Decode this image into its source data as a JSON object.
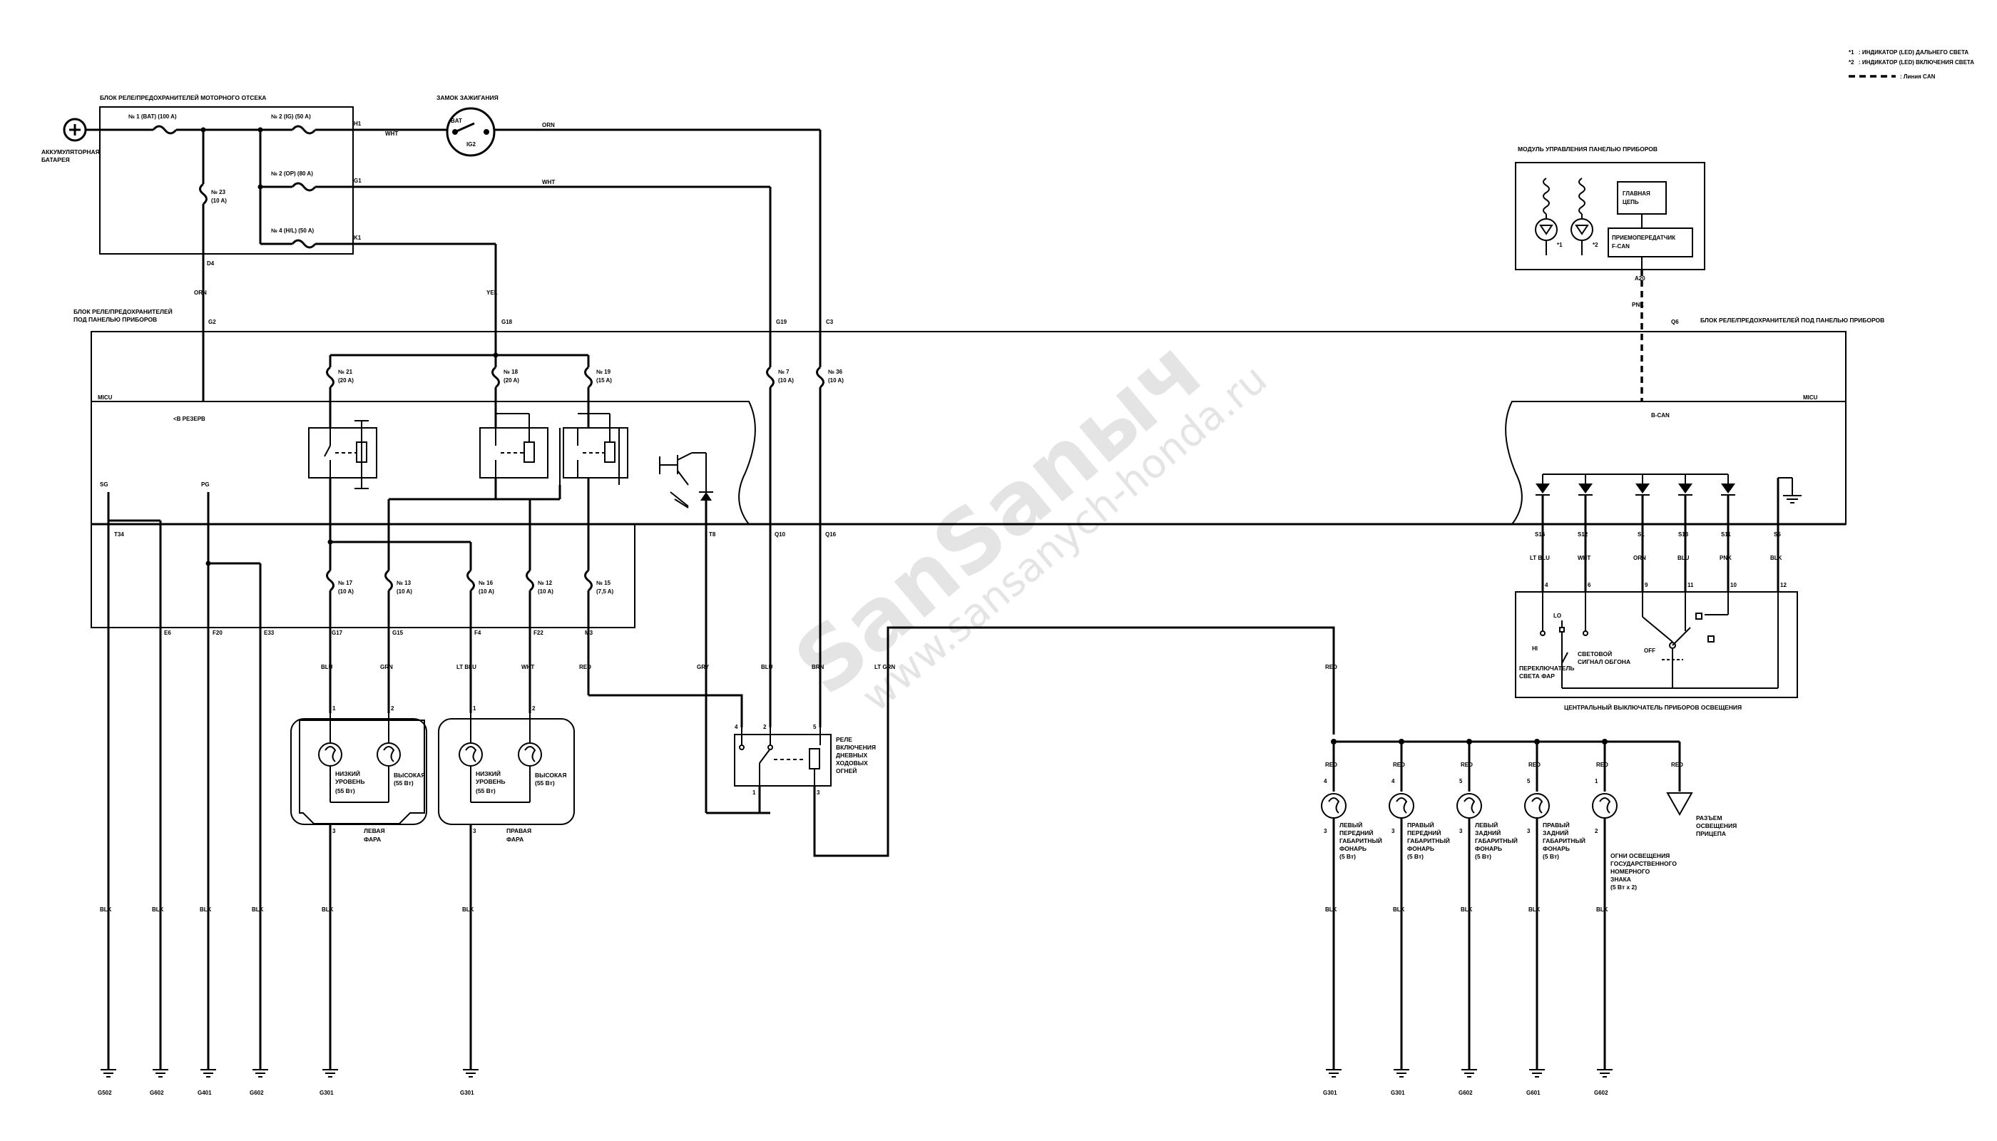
{
  "legend": {
    "note1_mark": "*1",
    "note1_text": ": ИНДИКАТОР (LED) ДАЛЬНЕГО СВЕТА",
    "note2_mark": "*2",
    "note2_text": ": ИНДИКАТОР (LED) ВКЛЮЧЕНИЯ СВЕТА",
    "can_line": ": Линия CAN"
  },
  "battery": {
    "label_l1": "АККУМУЛЯТОРНАЯ",
    "label_l2": "БАТАРЕЯ",
    "symbol": "plus-icon"
  },
  "engine_box": {
    "title": "БЛОК РЕЛЕ/ПРЕДОХРАНИТЕЛЕЙ МОТОРНОГО ОТСЕКА",
    "fuse1": "№ 1 (BAT) (100 A)",
    "fuse2_ig": "№ 2 (IG) (50 A)",
    "fuse2_op": "№ 2 (OP) (80 A)",
    "fuse4": "№ 4 (H/L) (50 A)",
    "fuse23_l1": "№ 23",
    "fuse23_l2": "(10 A)",
    "pin_h1": "H1",
    "pin_g1": "G1",
    "pin_k1": "K1",
    "pin_d4": "D4",
    "wire_wht": "WHT"
  },
  "ignition": {
    "title": "ЗАМОК ЗАЖИГАНИЯ",
    "bat": "BAT",
    "ig2": "IG2"
  },
  "wires_top": {
    "orn": "ORN",
    "wht": "WHT",
    "orn_left": "ORN",
    "yel": "YEL"
  },
  "dash_box": {
    "title_l1": "БЛОК РЕЛЕ/ПРЕДОХРАНИТЕЛЕЙ",
    "title_l2": "ПОД ПАНЕЛЬЮ ПРИБОРОВ",
    "title_right": "БЛОК РЕЛЕ/ПРЕДОХРАНИТЕЛЕЙ ПОД ПАНЕЛЬЮ ПРИБОРОВ",
    "micu_left": "MICU",
    "micu_right": "MICU",
    "reserve": "<В РЕЗЕРВ",
    "bcan": "B-CAN",
    "pins_top": [
      "G2",
      "G18",
      "G19",
      "C3",
      "Q6"
    ],
    "fuse21": [
      "№ 21",
      "(20 A)"
    ],
    "fuse18": [
      "№ 18",
      "(20 A)"
    ],
    "fuse19": [
      "№ 19",
      "(15 A)"
    ],
    "fuse7": [
      "№ 7",
      "(10 A)"
    ],
    "fuse36": [
      "№ 36",
      "(10 A)"
    ],
    "fuse17": [
      "№ 17",
      "(10 A)"
    ],
    "fuse13": [
      "№ 13",
      "(10 A)"
    ],
    "fuse16": [
      "№ 16",
      "(10 A)"
    ],
    "fuse12": [
      "№ 12",
      "(10 A)"
    ],
    "fuse15": [
      "№ 15",
      "(7,5 A)"
    ],
    "sg": "SG",
    "pg": "PG",
    "pins_mid": [
      "T34",
      "T8",
      "Q10",
      "Q16"
    ],
    "pins_bottom": [
      "E6",
      "F20",
      "E33",
      "G17",
      "G15",
      "F4",
      "F22",
      "M3"
    ],
    "right_pins": [
      "S16",
      "S12",
      "S1",
      "S13",
      "S11",
      "S5"
    ]
  },
  "module": {
    "title": "МОДУЛЬ УПРАВЛЕНИЯ ПАНЕЛЬЮ ПРИБОРОВ",
    "main_l1": "ГЛАВНАЯ",
    "main_l2": "ЦЕПЬ",
    "xcvr_l1": "ПРИЕМОПЕРЕДАТЧИК",
    "xcvr_l2": "F-CAN",
    "led1": "*1",
    "led2": "*2",
    "pin": "A20",
    "wire": "PNK"
  },
  "wires_mid": {
    "blu": "BLU",
    "grn": "GRN",
    "ltblu": "LT BLU",
    "wht": "WHT",
    "red": "RED",
    "gry": "GRY",
    "blu2": "BLU",
    "brn": "BRN",
    "ltgrn": "LT GRN",
    "red_right": "RED"
  },
  "switch_wires": [
    "LT BLU",
    "WHT",
    "ORN",
    "BLU",
    "PNK",
    "BLK"
  ],
  "switch_pins": [
    "4",
    "6",
    "9",
    "11",
    "10",
    "12"
  ],
  "switch": {
    "hi": "HI",
    "lo": "LO",
    "lights_l1": "ПЕРЕКЛЮЧАТЕЛЬ",
    "lights_l2": "СВЕТА ФАР",
    "pass_l1": "СВЕТОВОЙ",
    "pass_l2": "СИГНАЛ ОБГОНА",
    "off": "OFF",
    "title": "ЦЕНТРАЛЬНЫЙ ВЫКЛЮЧАТЕЛЬ ПРИБОРОВ ОСВЕЩЕНИЯ"
  },
  "headlights": {
    "left_l1": "ЛЕВАЯ",
    "left_l2": "ФАРА",
    "right_l1": "ПРАВАЯ",
    "right_l2": "ФАРА",
    "low_l1": "НИЗКИЙ",
    "low_l2": "УРОВЕНЬ",
    "low_l3": "(55 Вт)",
    "high_l1": "ВЫСОКАЯ",
    "high_l2": "(55 Вт)",
    "pin1": "1",
    "pin2": "2",
    "pin3": "3"
  },
  "drl": {
    "l1": "РЕЛЕ",
    "l2": "ВКЛЮЧЕНИЯ",
    "l3": "ДНЕВНЫХ",
    "l4": "ХОДОВЫХ",
    "l5": "ОГНЕЙ",
    "pins": [
      "4",
      "2",
      "5",
      "1",
      "3"
    ]
  },
  "lamps": [
    {
      "pin_top": "4",
      "pin_bottom": "3",
      "l1": "ЛЕВЫЙ",
      "l2": "ПЕРЕДНИЙ",
      "l3": "ГАБАРИТНЫЙ",
      "l4": "ФОНАРЬ",
      "l5": "(5 Вт)"
    },
    {
      "pin_top": "4",
      "pin_bottom": "3",
      "l1": "ПРАВЫЙ",
      "l2": "ПЕРЕДНИЙ",
      "l3": "ГАБАРИТНЫЙ",
      "l4": "ФОНАРЬ",
      "l5": "(5 Вт)"
    },
    {
      "pin_top": "5",
      "pin_bottom": "3",
      "l1": "ЛЕВЫЙ",
      "l2": "ЗАДНИЙ",
      "l3": "ГАБАРИТНЫЙ",
      "l4": "ФОНАРЬ",
      "l5": "(5 Вт)"
    },
    {
      "pin_top": "5",
      "pin_bottom": "3",
      "l1": "ПРАВЫЙ",
      "l2": "ЗАДНИЙ",
      "l3": "ГАБАРИТНЫЙ",
      "l4": "ФОНАРЬ",
      "l5": "(5 Вт)"
    },
    {
      "pin_top": "1",
      "pin_bottom": "2",
      "l1": "ОГНИ ОСВЕЩЕНИЯ",
      "l2": "ГОСУДАРСТВЕННОГО",
      "l3": "НОМЕРНОГО",
      "l4": "ЗНАКА",
      "l5": "(5 Вт x 2)"
    }
  ],
  "trailer": {
    "l1": "РАЗЪЕМ",
    "l2": "ОСВЕЩЕНИЯ",
    "l3": "ПРИЦЕПА"
  },
  "blk": "BLK",
  "grounds": [
    "G502",
    "G602",
    "G401",
    "G602",
    "G301",
    "G301",
    "G301",
    "G301",
    "G602",
    "G601",
    "G602"
  ],
  "watermark": {
    "l1": "SanSanыч",
    "l2": "www.sansanych-honda.ru"
  }
}
